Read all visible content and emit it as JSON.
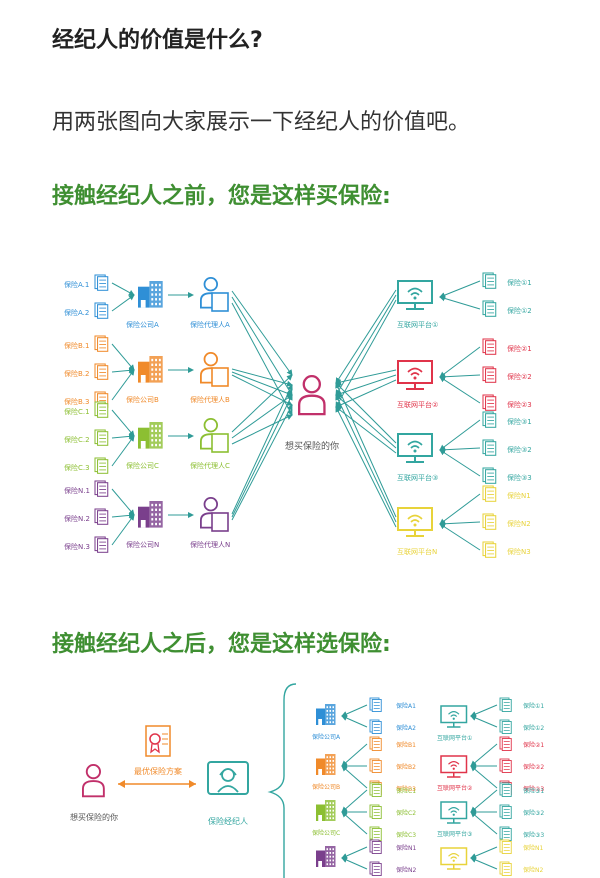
{
  "article": {
    "heading": "经纪人的价值是什么?",
    "intro": "用两张图向大家展示一下经纪人的价值吧。",
    "section_before": "接触经纪人之前，您是这样买保险:",
    "section_after": "接触经纪人之后，您是这样选保险:"
  },
  "colors": {
    "teal": "#33a6a0",
    "blue": "#2f8fd6",
    "orange": "#f08a2a",
    "green": "#8cbf32",
    "purple": "#7a3f8c",
    "red": "#e0344a",
    "yellow": "#e8d33a",
    "center": "#c1306a",
    "arrow": "#2f9b97"
  },
  "diagram_before": {
    "center_label": "想买保险的你",
    "left_groups": [
      {
        "company": "保险公司A",
        "agent": "保险代理人A",
        "products": [
          "保险A.1",
          "保险A.2"
        ]
      },
      {
        "company": "保险公司B",
        "agent": "保险代理人B",
        "products": [
          "保险B.1",
          "保险B.2",
          "保险B.3"
        ]
      },
      {
        "company": "保险公司C",
        "agent": "保险代理人C",
        "products": [
          "保险C.1",
          "保险C.2",
          "保险C.3"
        ]
      },
      {
        "company": "保险公司N",
        "agent": "保险代理人N",
        "products": [
          "保险N.1",
          "保险N.2",
          "保险N.3"
        ]
      }
    ],
    "right_groups": [
      {
        "platform": "互联网平台①",
        "products": [
          "保险①1",
          "保险①2"
        ]
      },
      {
        "platform": "互联网平台②",
        "products": [
          "保险②1",
          "保险②2",
          "保险②3"
        ]
      },
      {
        "platform": "互联网平台③",
        "products": [
          "保险③1",
          "保险③2",
          "保险③3"
        ]
      },
      {
        "platform": "互联网平台N",
        "products": [
          "保险N1",
          "保险N2",
          "保险N3"
        ]
      }
    ]
  },
  "diagram_after": {
    "you_label": "想买保险的你",
    "plan_label": "最优保险方案",
    "broker_label": "保险经纪人",
    "companies": [
      {
        "name": "保险公司A",
        "products": [
          "保险A1",
          "保险A2"
        ]
      },
      {
        "name": "保险公司B",
        "products": [
          "保险B1",
          "保险B2",
          "保险B3"
        ]
      },
      {
        "name": "保险公司C",
        "products": [
          "保险C1",
          "保险C2",
          "保险C3"
        ]
      },
      {
        "name": "",
        "products": [
          "保险N1",
          "保险N2"
        ]
      }
    ],
    "platforms": [
      {
        "name": "互联网平台①",
        "products": [
          "保险①1",
          "保险①2"
        ]
      },
      {
        "name": "互联网平台②",
        "products": [
          "保险②1",
          "保险②2",
          "保险②3"
        ]
      },
      {
        "name": "互联网平台③",
        "products": [
          "保险③1",
          "保险③2",
          "保险③3"
        ]
      },
      {
        "name": "",
        "products": [
          "保险N1",
          "保险N2"
        ]
      }
    ]
  }
}
